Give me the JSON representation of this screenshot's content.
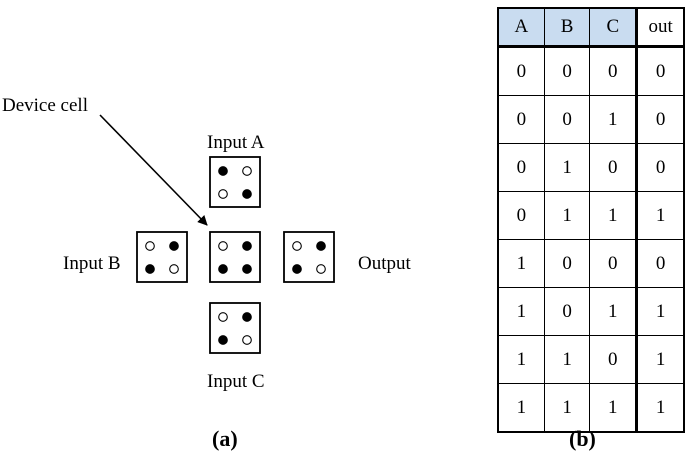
{
  "diagram": {
    "labels": {
      "device_cell": "Device cell",
      "input_a": "Input A",
      "input_b": "Input B",
      "input_c": "Input C",
      "output": "Output"
    },
    "caption": "(a)"
  },
  "table": {
    "headers": [
      "A",
      "B",
      "C",
      "out"
    ],
    "rows": [
      [
        "0",
        "0",
        "0",
        "0"
      ],
      [
        "0",
        "0",
        "1",
        "0"
      ],
      [
        "0",
        "1",
        "0",
        "0"
      ],
      [
        "0",
        "1",
        "1",
        "1"
      ],
      [
        "1",
        "0",
        "0",
        "0"
      ],
      [
        "1",
        "0",
        "1",
        "1"
      ],
      [
        "1",
        "1",
        "0",
        "1"
      ],
      [
        "1",
        "1",
        "1",
        "1"
      ]
    ],
    "caption": "(b)"
  }
}
